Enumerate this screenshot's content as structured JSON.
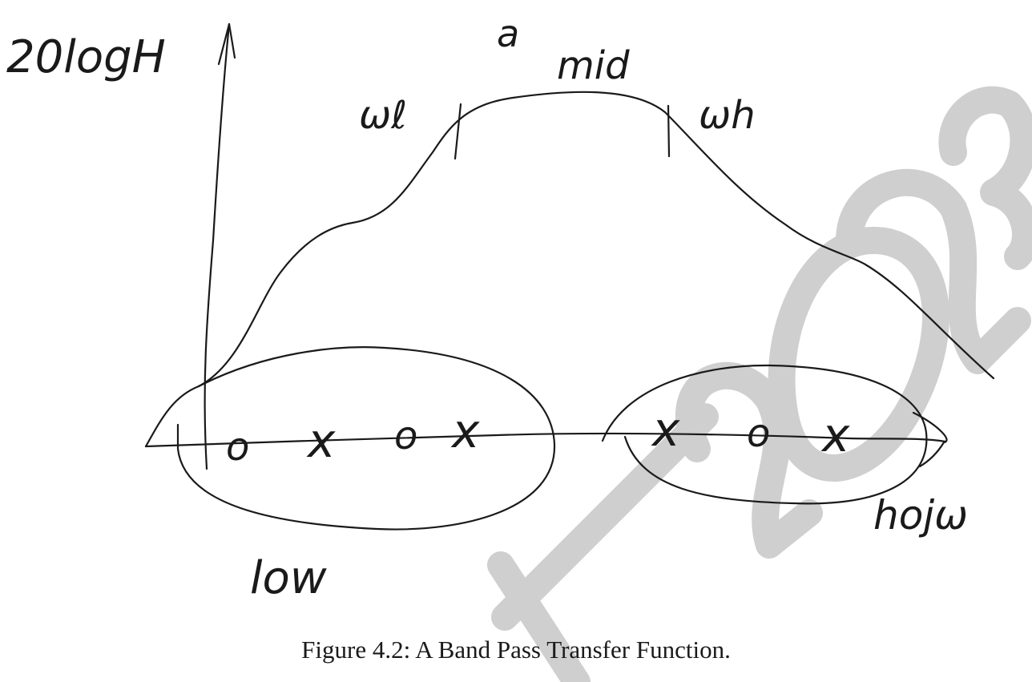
{
  "watermark": {
    "text": "1/2023",
    "color": "#cfcfcf"
  },
  "labels": {
    "y_axis": "20logH",
    "a": "a",
    "mid": "mid",
    "omega_l": "ωℓ",
    "omega_h": "ωh",
    "low": "low",
    "high": "hojω"
  },
  "markers": {
    "zero": "o",
    "pole": "x"
  },
  "caption": "Figure 4.2: A Band Pass Transfer Function.",
  "ink_color": "#1a1a1a"
}
